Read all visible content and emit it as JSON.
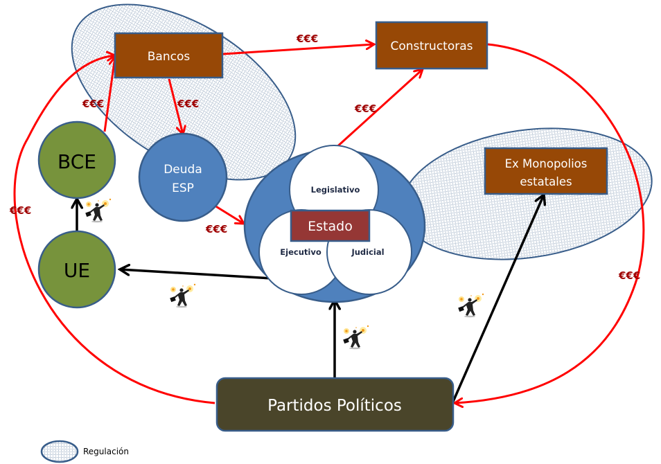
{
  "diagram": {
    "nodes": {
      "bancos": "Bancos",
      "constructoras": "Constructoras",
      "bce": "BCE",
      "ue": "UE",
      "deuda_line1": "Deuda",
      "deuda_line2": "ESP",
      "estado": "Estado",
      "legislativo": "Legislativo",
      "ejecutivo": "Ejecutivo",
      "judicial": "Judicial",
      "exmonopolios_line1": "Ex Monopolios",
      "exmonopolios_line2": "estatales",
      "partidos": "Partidos Políticos"
    },
    "money_label": "€€€",
    "legend": {
      "regulation_label": "Regulación",
      "lobby_icon": "businessman-lobbying-icon"
    },
    "colors": {
      "money_flow": "#ff0000",
      "influence": "#000000",
      "brown_box": "#974806",
      "estado_box": "#953735",
      "partidos_box": "#4a452a",
      "green_circle": "#77933c",
      "blue_shape": "#4f81bd",
      "outline": "#385d8a",
      "money_text": "#9e0000"
    },
    "edges": [
      {
        "from": "Bancos",
        "to": "Constructoras",
        "type": "money",
        "label": "€€€"
      },
      {
        "from": "BCE",
        "to": "Bancos",
        "type": "money",
        "label": "€€€"
      },
      {
        "from": "Bancos",
        "to": "Deuda ESP",
        "type": "money",
        "label": "€€€"
      },
      {
        "from": "Deuda ESP",
        "to": "Estado",
        "type": "money",
        "label": "€€€"
      },
      {
        "from": "Estado",
        "to": "Constructoras",
        "type": "money",
        "label": "€€€"
      },
      {
        "from": "Partidos Políticos",
        "to": "Bancos",
        "type": "money",
        "label": "€€€"
      },
      {
        "from": "Constructoras",
        "to": "Partidos Políticos",
        "type": "money",
        "label": "€€€"
      },
      {
        "from": "UE",
        "to": "BCE",
        "type": "influence"
      },
      {
        "from": "Estado",
        "to": "UE",
        "type": "influence"
      },
      {
        "from": "Partidos Políticos",
        "to": "Estado",
        "type": "influence"
      },
      {
        "from": "Partidos Políticos",
        "to": "Ex Monopolios estatales",
        "type": "influence"
      }
    ]
  }
}
